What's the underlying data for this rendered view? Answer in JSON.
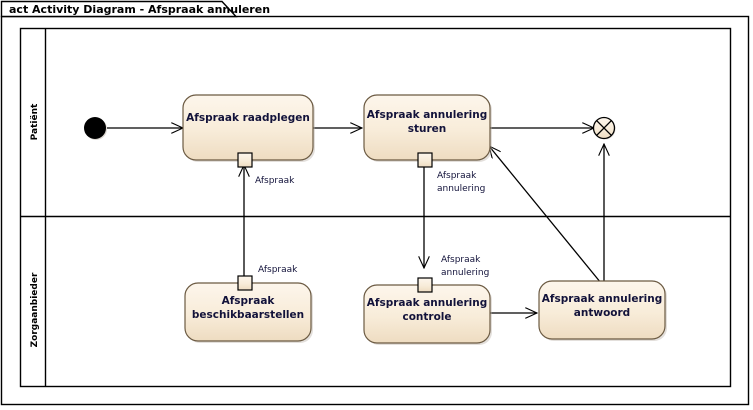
{
  "diagram": {
    "title": "act Activity Diagram - Afspraak annuleren",
    "kind": "uml-activity-diagram",
    "colors": {
      "node_fill_top": "#fbf2e4",
      "node_fill_bottom": "#ecd9bd",
      "node_stroke": "#6b5a42",
      "line": "#000000",
      "frame": "#000000",
      "label_text": "#12123a",
      "page_background": "#ffffff"
    }
  },
  "lanes": [
    {
      "id": "lane-patient",
      "label": "Patiënt"
    },
    {
      "id": "lane-zorgaanbieder",
      "label": "Zorgaanbieder"
    }
  ],
  "nodes": {
    "initial": {
      "name": "initial-node",
      "type": "initial"
    },
    "final": {
      "name": "flow-final-node",
      "type": "flow-final"
    },
    "raadplegen": {
      "label": "Afspraak raadplegen",
      "lane": "Patiënt"
    },
    "sturen": {
      "label_line1": "Afspraak annulering",
      "label_line2": "sturen",
      "lane": "Patiënt"
    },
    "beschikbaarstellen": {
      "label_line1": "Afspraak",
      "label_line2": "beschikbaarstellen",
      "lane": "Zorgaanbieder"
    },
    "controle": {
      "label_line1": "Afspraak annulering",
      "label_line2": "controle",
      "lane": "Zorgaanbieder"
    },
    "antwoord": {
      "label_line1": "Afspraak annulering",
      "label_line2": "antwoord",
      "lane": "Zorgaanbieder"
    }
  },
  "pins": {
    "raadplegen_in": {
      "label": "Afspraak"
    },
    "beschikbaarstellen_out": {
      "label": "Afspraak"
    },
    "sturen_in_l1": {
      "label": "Afspraak"
    },
    "sturen_in_l2": {
      "label": "annulering"
    },
    "controle_in_l1": {
      "label": "Afspraak"
    },
    "controle_in_l2": {
      "label": "annulering"
    }
  }
}
